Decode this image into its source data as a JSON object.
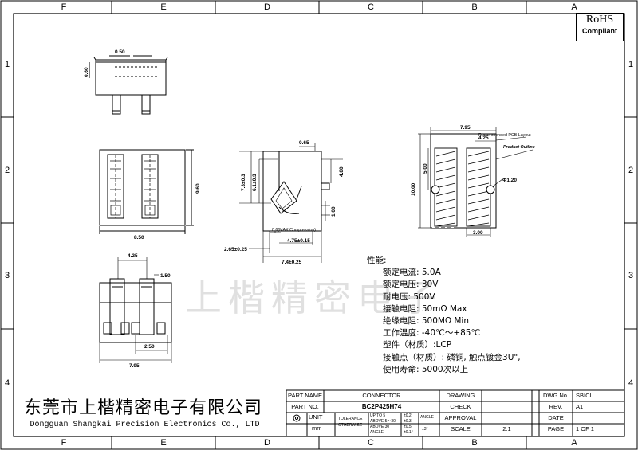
{
  "zones": {
    "columns": [
      "F",
      "E",
      "D",
      "C",
      "B",
      "A"
    ],
    "rows": [
      "1",
      "2",
      "3",
      "4"
    ]
  },
  "rohs": {
    "line1": "RoHS",
    "line2": "Compliant"
  },
  "dims": {
    "top_w": "0.50",
    "top_h": "0.60",
    "front_w": "8.50",
    "front_h": "9.60",
    "side_065": "0.65",
    "side_73": "7.3±0.3",
    "side_61": "6.1±0.3",
    "side_480": "4.80",
    "side_100": "1.00",
    "side_06": "0.6(MAX.Compression)",
    "side_475": "4.75±0.15",
    "side_265": "2.65±0.25",
    "side_74": "7.4±0.25",
    "pcb_795": "7.95",
    "pcb_425": "4.25",
    "pcb_layout": "Recommended PCB Layout",
    "pcb_outline": "Product Outline",
    "pcb_500": "5.00",
    "pcb_1000": "10.00",
    "pcb_hole": "Φ1.20",
    "pcb_300": "3.00",
    "bot_425": "4.25",
    "bot_150": "1.50",
    "bot_250": "2.50",
    "bot_795": "7.95"
  },
  "watermark": "上楷精密电子",
  "specs": {
    "title": "性能:",
    "lines": [
      "额定电流: 5.0A",
      "额定电压: 30V",
      "耐电压: 500V",
      "接触电阻: 50mΩ  Max",
      "绝缘电阻: 500MΩ  Min",
      "工作温度: -40℃～+85℃",
      "塑件（材质）:LCP",
      "接触点（材质）: 磷铜, 触点镀金3U\",",
      "使用寿命: 5000次以上"
    ]
  },
  "company": {
    "cn": "东莞市上楷精密电子有限公司",
    "en": "Dongguan Shangkai Precision Electronics Co., LTD"
  },
  "title_block": {
    "part_name_label": "PART NAME",
    "part_name": "CONNECTOR",
    "part_no_label": "PART NO.",
    "part_no": "BC2P425H74",
    "unit_label": "UNIT",
    "unit": "mm",
    "tolerance": "TOLERANCE",
    "otherwise": "OTHERWISE",
    "up_to_5": "UP TO 5",
    "above_5_30": "ABOVE 5～30",
    "above_30": "ABOVE 30",
    "tol1": "±0.2",
    "tol2": "±0.3",
    "tol3": "±0.5",
    "angle_label": "ANGLE",
    "angle_tol": "±3°",
    "angle_val": "±0.1°",
    "drawing": "DRAWING",
    "check": "CHECK",
    "approval": "APPROVAL",
    "scale_label": "SCALE",
    "scale": "2:1",
    "dwg_no_label": "DWG.No.",
    "dwg_no": "SBICL",
    "rev_label": "REV.",
    "rev": "A1",
    "date_label": "DATE",
    "page_label": "PAGE",
    "page": "1 OF 1"
  }
}
